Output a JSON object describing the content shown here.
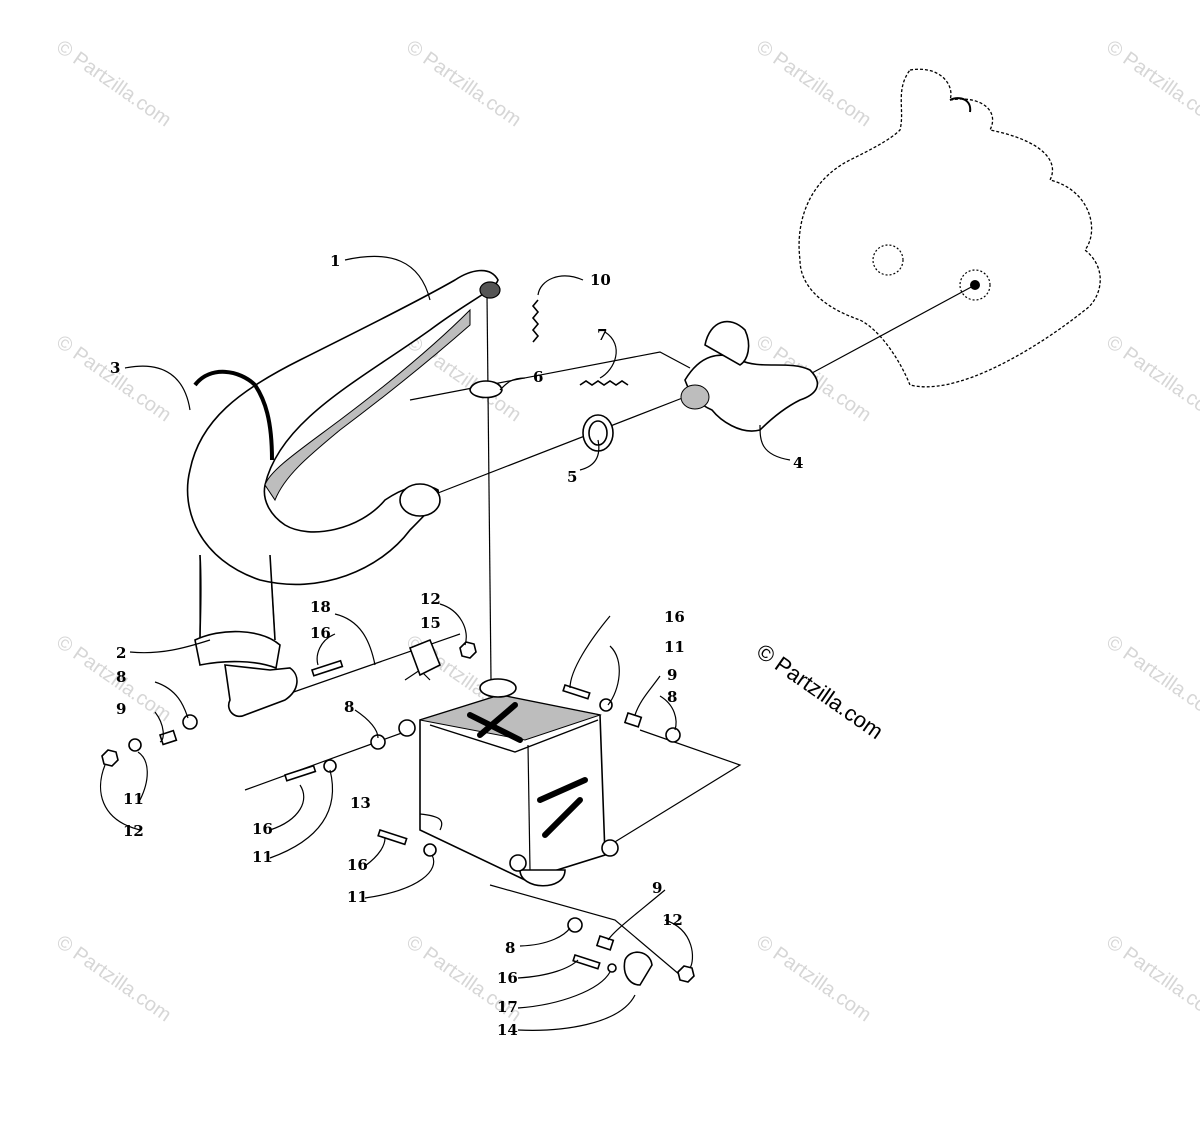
{
  "watermark": {
    "repeated_text": "© Partzilla.com",
    "main_text": "© Partzilla.com"
  },
  "callouts": [
    {
      "id": "c1",
      "label": "1"
    },
    {
      "id": "c2",
      "label": "2"
    },
    {
      "id": "c3",
      "label": "3"
    },
    {
      "id": "c4",
      "label": "4"
    },
    {
      "id": "c5",
      "label": "5"
    },
    {
      "id": "c6",
      "label": "6"
    },
    {
      "id": "c7",
      "label": "7"
    },
    {
      "id": "c8a",
      "label": "8"
    },
    {
      "id": "c8b",
      "label": "8"
    },
    {
      "id": "c8c",
      "label": "8"
    },
    {
      "id": "c8d",
      "label": "8"
    },
    {
      "id": "c9a",
      "label": "9"
    },
    {
      "id": "c9b",
      "label": "9"
    },
    {
      "id": "c9c",
      "label": "9"
    },
    {
      "id": "c10",
      "label": "10"
    },
    {
      "id": "c11a",
      "label": "11"
    },
    {
      "id": "c11b",
      "label": "11"
    },
    {
      "id": "c11c",
      "label": "11"
    },
    {
      "id": "c11d",
      "label": "11"
    },
    {
      "id": "c12a",
      "label": "12"
    },
    {
      "id": "c12b",
      "label": "12"
    },
    {
      "id": "c12c",
      "label": "12"
    },
    {
      "id": "c13",
      "label": "13"
    },
    {
      "id": "c14",
      "label": "14"
    },
    {
      "id": "c15",
      "label": "15"
    },
    {
      "id": "c16a",
      "label": "16"
    },
    {
      "id": "c16b",
      "label": "16"
    },
    {
      "id": "c16c",
      "label": "16"
    },
    {
      "id": "c16d",
      "label": "16"
    },
    {
      "id": "c16e",
      "label": "16"
    },
    {
      "id": "c17",
      "label": "17"
    },
    {
      "id": "c18",
      "label": "18"
    }
  ]
}
